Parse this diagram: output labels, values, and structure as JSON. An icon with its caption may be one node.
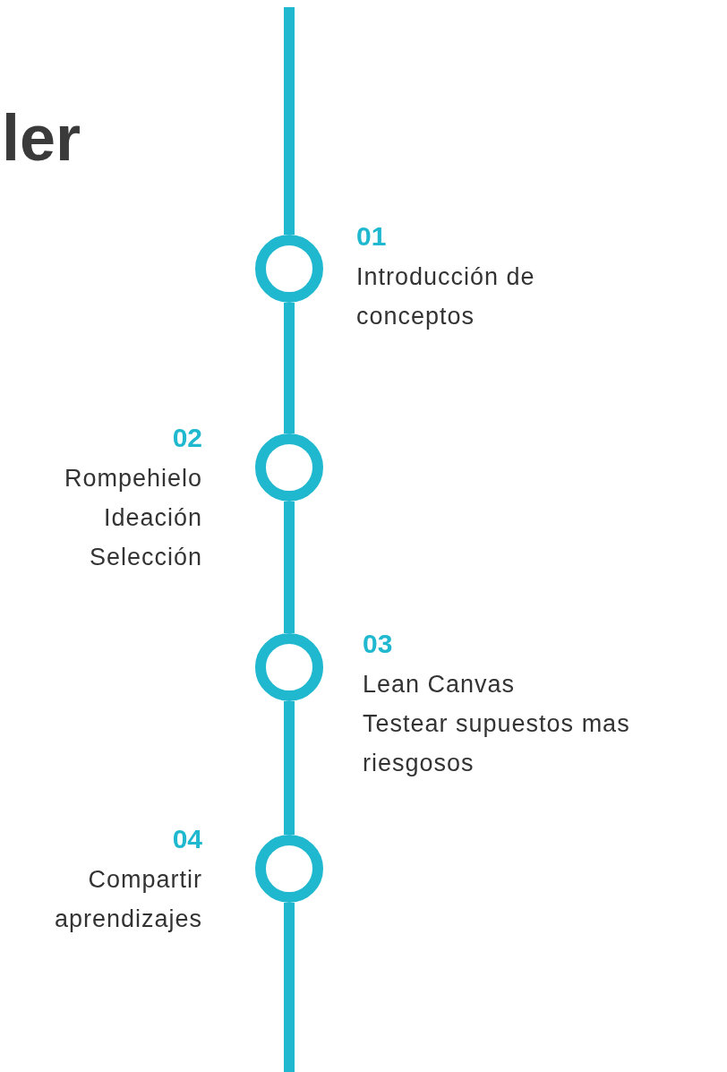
{
  "diagram": {
    "title": "ler",
    "nodes": [
      {
        "text": [],
        "shape": "circle",
        "beside": [
          "01",
          "Introducción de conceptos"
        ]
      },
      {
        "text": [],
        "shape": "circle",
        "beside": [
          "02",
          "Rompehielo",
          "Ideación",
          "Selección"
        ]
      },
      {
        "text": [],
        "shape": "circle",
        "beside": [
          "03",
          "Lean Canvas",
          "Testear supuestos mas riesgosos"
        ]
      },
      {
        "text": [],
        "shape": "circle",
        "beside": [
          "04",
          "Compartir aprendizajes"
        ]
      }
    ],
    "edges": [
      {
        "from": null,
        "to": 0,
        "arrow": "none"
      },
      {
        "from": 0,
        "to": 1,
        "arrow": "none"
      },
      {
        "from": 1,
        "to": 2,
        "arrow": "none"
      },
      {
        "from": 2,
        "to": 3,
        "arrow": "none"
      },
      {
        "from": 3,
        "to": null,
        "arrow": "none"
      }
    ]
  }
}
